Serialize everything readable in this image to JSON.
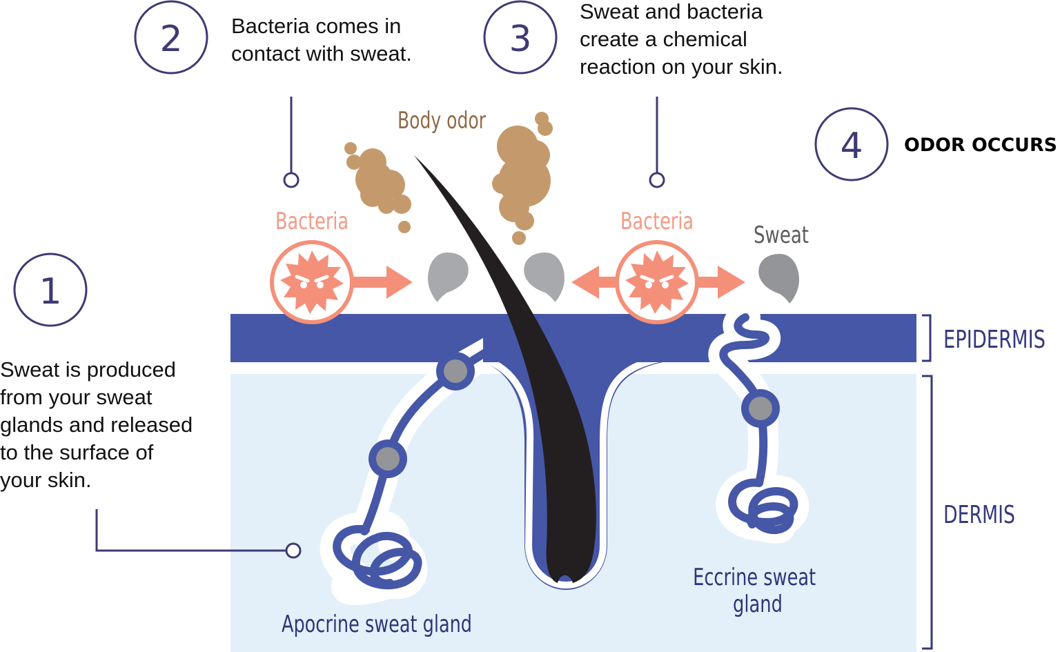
{
  "steps": [
    {
      "number": "1",
      "text_lines": [
        "Sweat is produced",
        "from your sweat",
        "glands and released",
        "to the surface of",
        "your skin."
      ]
    },
    {
      "number": "2",
      "text_lines": [
        "Bacteria comes in",
        "contact with sweat."
      ]
    },
    {
      "number": "3",
      "text_lines": [
        "Sweat and bacteria",
        "create a chemical",
        "reaction on your skin."
      ]
    },
    {
      "number": "4",
      "text": "ODOR OCCURS"
    }
  ],
  "labels": {
    "body_odor": "Body odor",
    "bacteria_left": "Bacteria",
    "bacteria_right": "Bacteria",
    "sweat": "Sweat",
    "epidermis": "EPIDERMIS",
    "dermis": "DERMIS",
    "apocrine": "Apocrine sweat gland",
    "eccrine_lines": [
      "Eccrine sweat",
      "gland"
    ]
  },
  "colors": {
    "epidermis": "#4657a7",
    "dermis": "#e3f0f9",
    "gland_tube": "#4657a7",
    "hair": "#231f20",
    "odor_cloud": "#c49a6c",
    "bacteria": "#f4907a",
    "sweat_drop": "#a7a9ac",
    "step_circle": "#3d3a73"
  }
}
